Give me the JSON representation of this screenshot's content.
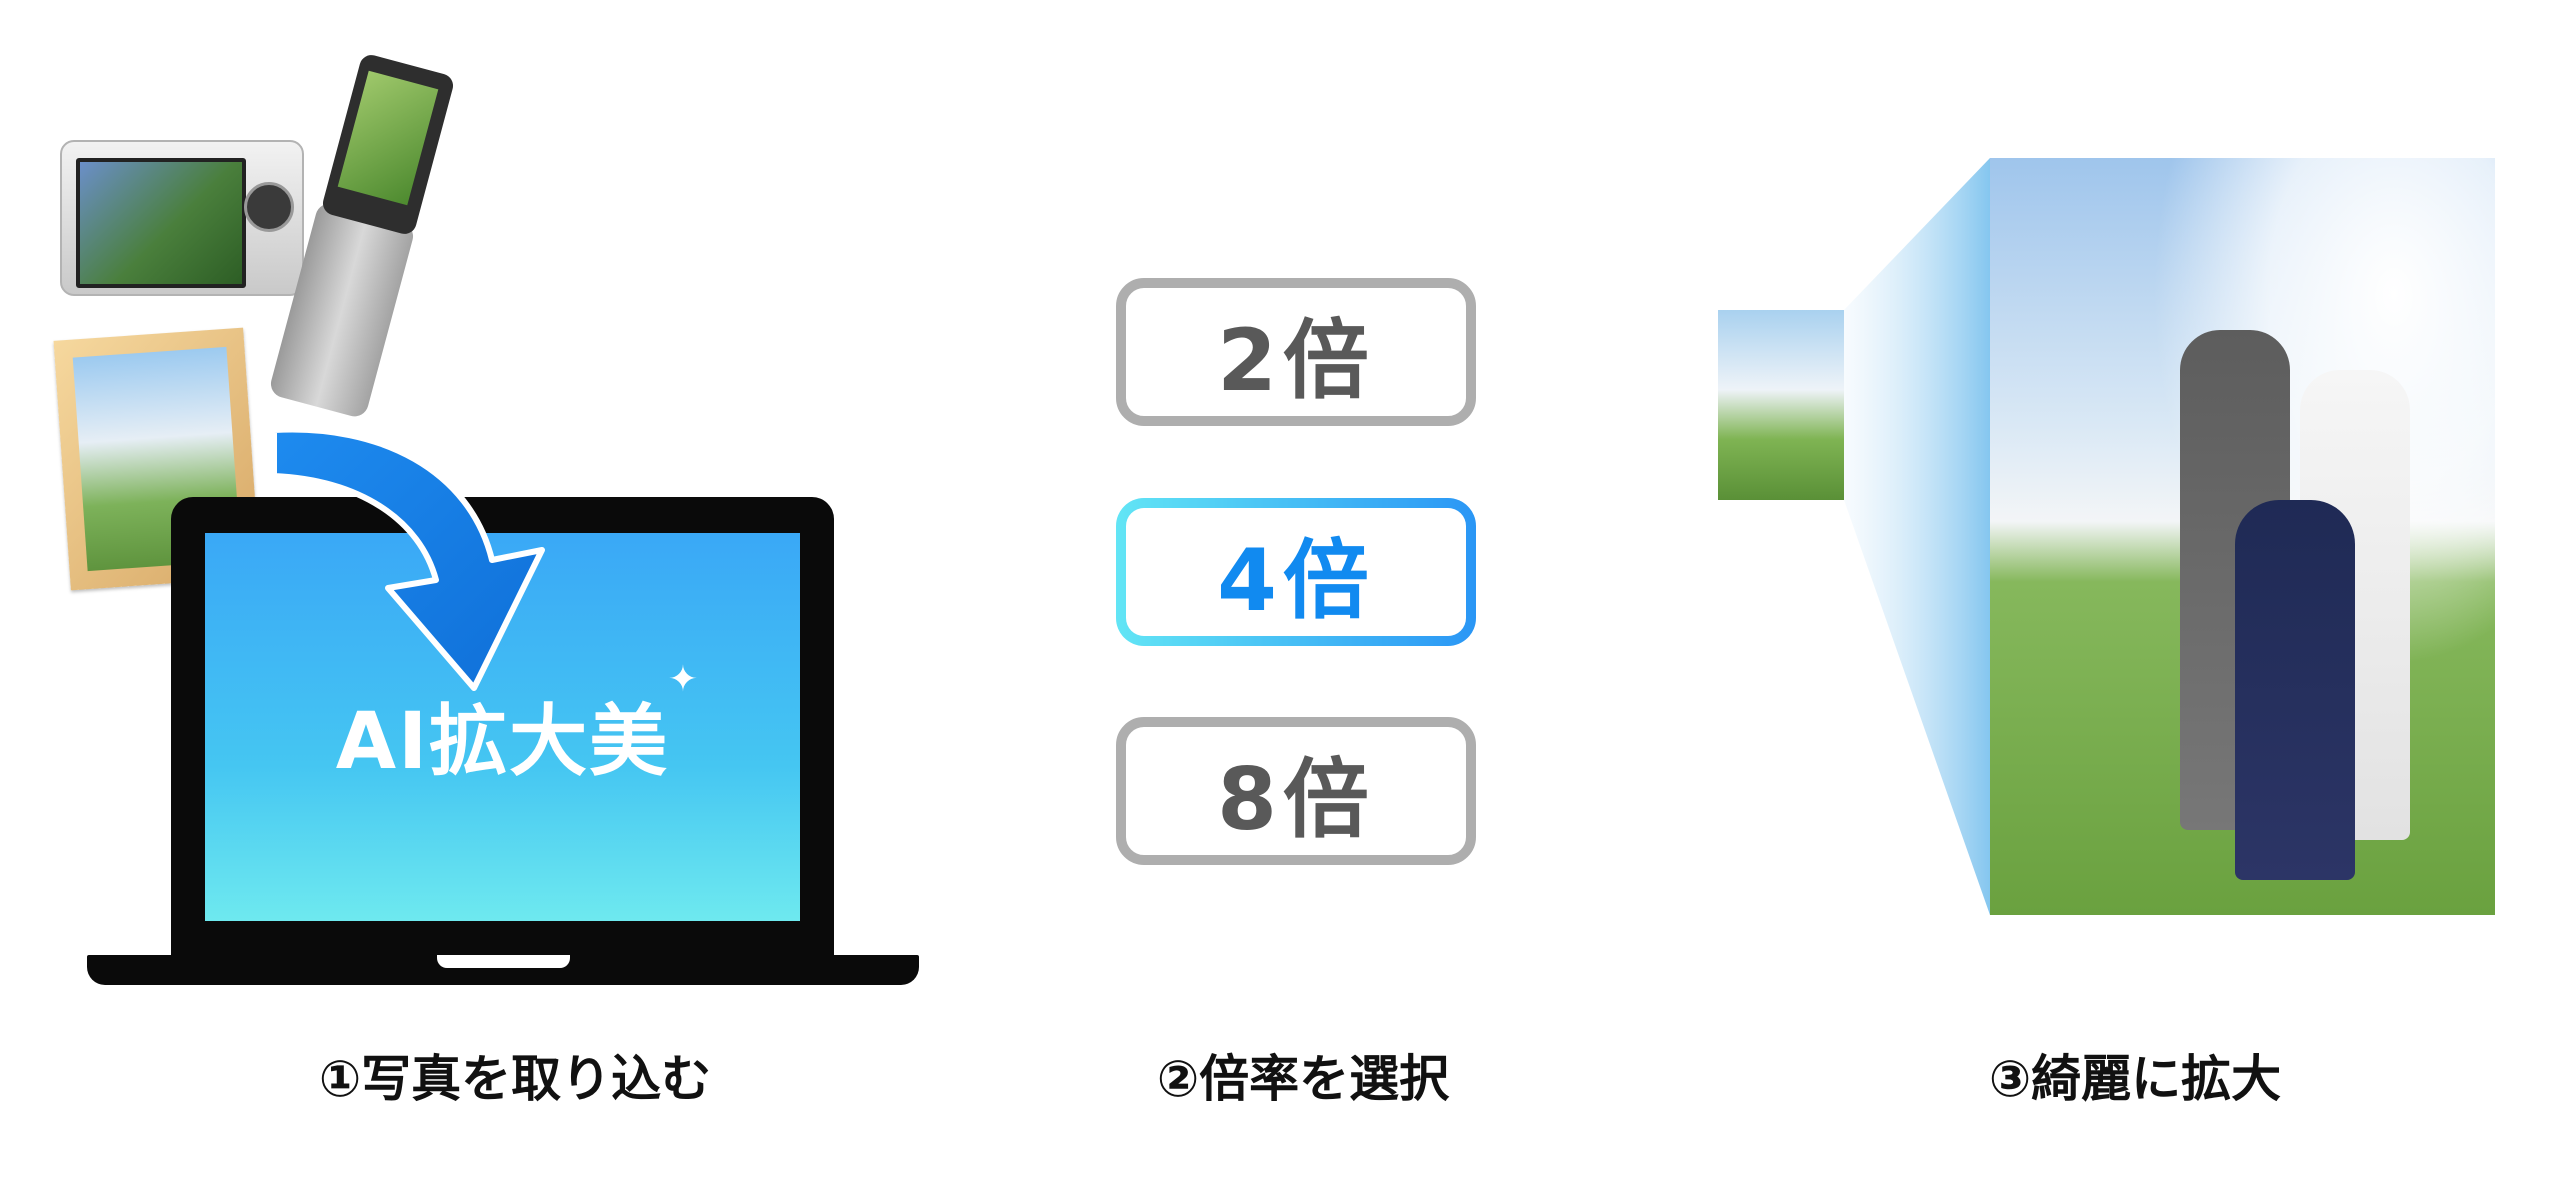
{
  "panel_import": {
    "screen_logo": "AI拡大美",
    "sparkle_icon": "sparkle-icon",
    "arrow_icon": "curved-arrow-down-icon",
    "caption": "①写真を取り込む"
  },
  "panel_select": {
    "options": [
      {
        "label": "2倍",
        "selected": false
      },
      {
        "label": "4倍",
        "selected": true
      },
      {
        "label": "8倍",
        "selected": false
      }
    ],
    "caption": "②倍率を選択"
  },
  "panel_result": {
    "caption": "③綺麗に拡大"
  },
  "colors": {
    "accent_blue": "#118af0",
    "accent_cyan": "#62e5f5",
    "default_border": "#aeaeae",
    "default_text": "#595959"
  }
}
